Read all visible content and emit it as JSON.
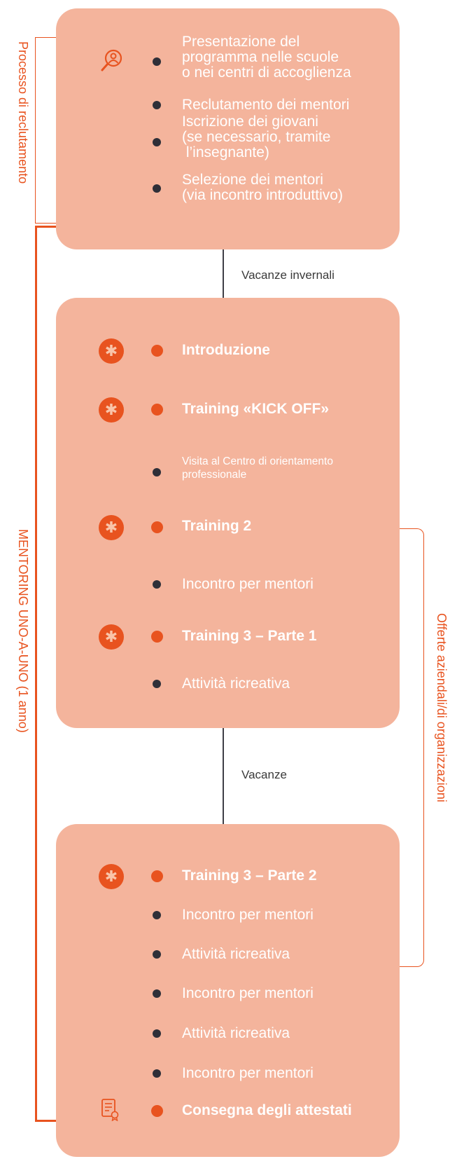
{
  "side_labels": {
    "recruitment": "Processo di reclutamento",
    "mentoring": "MENTORING UNO-A-UNO (1 anno)",
    "offers": "Offerte aziendali/di organizzazioni"
  },
  "gaps": [
    "Vacanze invernali",
    "Vacanze"
  ],
  "card1": {
    "items": [
      {
        "text": "Presentazione del\nprogramma nelle scuole\no nei centri di accoglienza",
        "icon": "search-person-icon"
      },
      {
        "text": "Reclutamento dei mentori"
      },
      {
        "text": "Iscrizione dei giovani\n(se necessario, tramite\n l’insegnante)"
      },
      {
        "text": "Selezione dei mentori\n(via incontro introduttivo)"
      }
    ]
  },
  "card2": {
    "items": [
      {
        "text": "Introduzione",
        "icon": "star-people-icon"
      },
      {
        "text": "Training «KICK OFF»",
        "icon": "star-people-icon"
      },
      {
        "text": "Visita al Centro di orientamento\nprofessionale"
      },
      {
        "text": "Training 2",
        "icon": "star-people-icon"
      },
      {
        "text": "Incontro per mentori"
      },
      {
        "text": "Training 3 – Parte 1",
        "icon": "star-people-icon"
      },
      {
        "text": "Attività ricreativa"
      }
    ]
  },
  "card3": {
    "items": [
      {
        "text": "Training 3 – Parte 2",
        "icon": "star-people-icon"
      },
      {
        "text": "Incontro per mentori"
      },
      {
        "text": "Attività ricreativa"
      },
      {
        "text": "Incontro per mentori"
      },
      {
        "text": "Attività ricreativa"
      },
      {
        "text": "Incontro per mentori"
      },
      {
        "text": "Consegna degli attestati",
        "icon": "certificate-icon"
      }
    ]
  },
  "colors": {
    "card": "#f4b49c",
    "accent": "#e8531f",
    "bullet": "#2f2f38",
    "text": "#ffffff"
  }
}
